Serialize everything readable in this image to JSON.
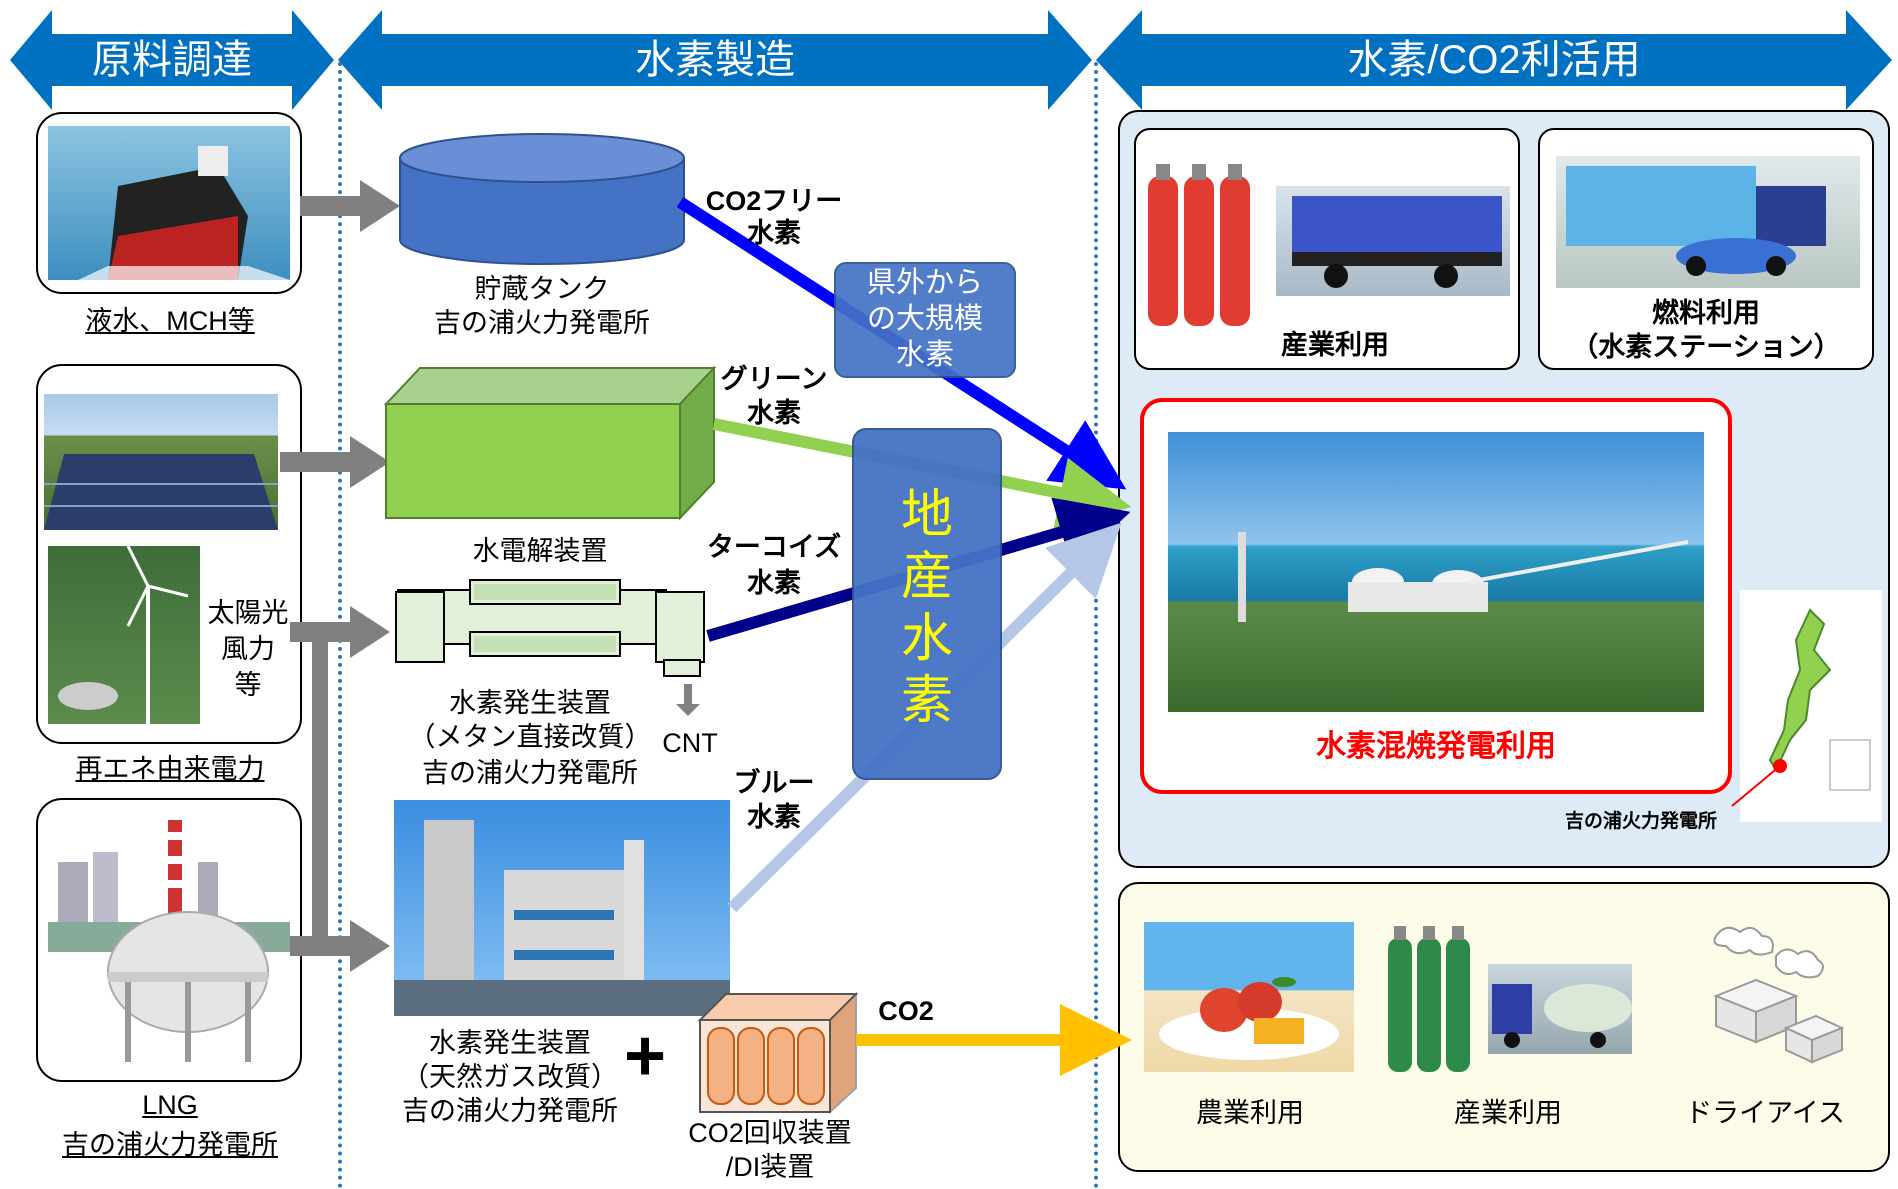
{
  "header": {
    "sections": [
      {
        "label": "原料調達"
      },
      {
        "label": "水素製造"
      },
      {
        "label": "水素/CO2利活用"
      }
    ]
  },
  "sources": {
    "ship_caption": "液水、MCH等",
    "renewable_caption": "再エネ由来電力",
    "renewable_types": [
      "太陽光",
      "風力",
      "等"
    ],
    "lng_caption": [
      "LNG",
      "吉の浦火力発電所"
    ]
  },
  "production": {
    "tank": [
      "貯蔵タンク",
      "吉の浦火力発電所"
    ],
    "electrolyzer": "水電解装置",
    "methane": [
      "水素発生装置",
      "（メタン直接改質）",
      "吉の浦火力発電所"
    ],
    "cnt": "CNT",
    "gas_reform": [
      "水素発生装置",
      "（天然ガス改質）",
      "吉の浦火力発電所"
    ],
    "co2_capture": [
      "CO2回収装置",
      "/DI装置"
    ],
    "plus": "+"
  },
  "flows": {
    "co2free": [
      "CO2フリー",
      "水素"
    ],
    "green": [
      "グリーン",
      "水素"
    ],
    "turquoise": [
      "ターコイズ",
      "水素"
    ],
    "blue": [
      "ブルー",
      "水素"
    ],
    "co2": "CO2",
    "outside": [
      "県外から",
      "の大規模",
      "水素"
    ],
    "local": [
      "地",
      "産",
      "水",
      "素"
    ]
  },
  "usage": {
    "industrial": "産業利用",
    "fuel": [
      "燃料利用",
      "（水素ステーション）"
    ],
    "cofiring": "水素混焼発電利用",
    "plant_marker": "吉の浦火力発電所",
    "agri": "農業利用",
    "co2_industrial": "産業利用",
    "dry_ice": "ドライアイス"
  },
  "colors": {
    "header_blue": "#0070c0",
    "co2free_arrow": "#0000ff",
    "green_arrow": "#92d050",
    "turquoise_arrow": "#00008b",
    "blue_arrow": "#b4c7e7",
    "co2_arrow": "#ffc000",
    "callout_red": "#ff0000",
    "local_text": "#ffff00"
  }
}
